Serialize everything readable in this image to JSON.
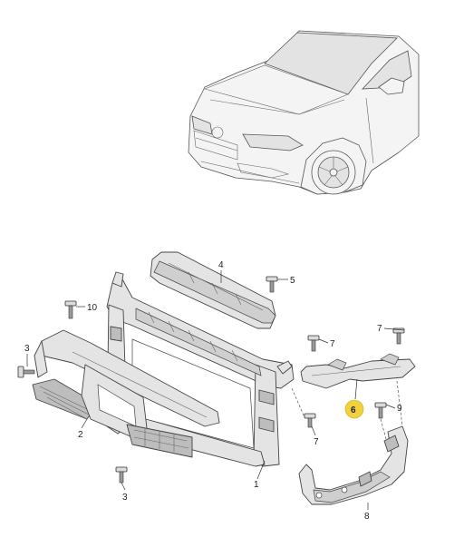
{
  "callouts": [
    {
      "id": "c1",
      "text": "1",
      "highlight": false
    },
    {
      "id": "c2",
      "text": "2",
      "highlight": false
    },
    {
      "id": "c3a",
      "text": "3",
      "highlight": false
    },
    {
      "id": "c3b",
      "text": "3",
      "highlight": false
    },
    {
      "id": "c4",
      "text": "4",
      "highlight": false
    },
    {
      "id": "c5",
      "text": "5",
      "highlight": false
    },
    {
      "id": "c6",
      "text": "6",
      "highlight": true
    },
    {
      "id": "c7a",
      "text": "7",
      "highlight": false
    },
    {
      "id": "c7b",
      "text": "7",
      "highlight": false
    },
    {
      "id": "c7c",
      "text": "7",
      "highlight": false
    },
    {
      "id": "c8",
      "text": "8",
      "highlight": false
    },
    {
      "id": "c9",
      "text": "9",
      "highlight": false
    },
    {
      "id": "c10",
      "text": "10",
      "highlight": false
    }
  ],
  "colors": {
    "highlight": "#f2d23c",
    "line": "#333333",
    "background": "#ffffff"
  }
}
